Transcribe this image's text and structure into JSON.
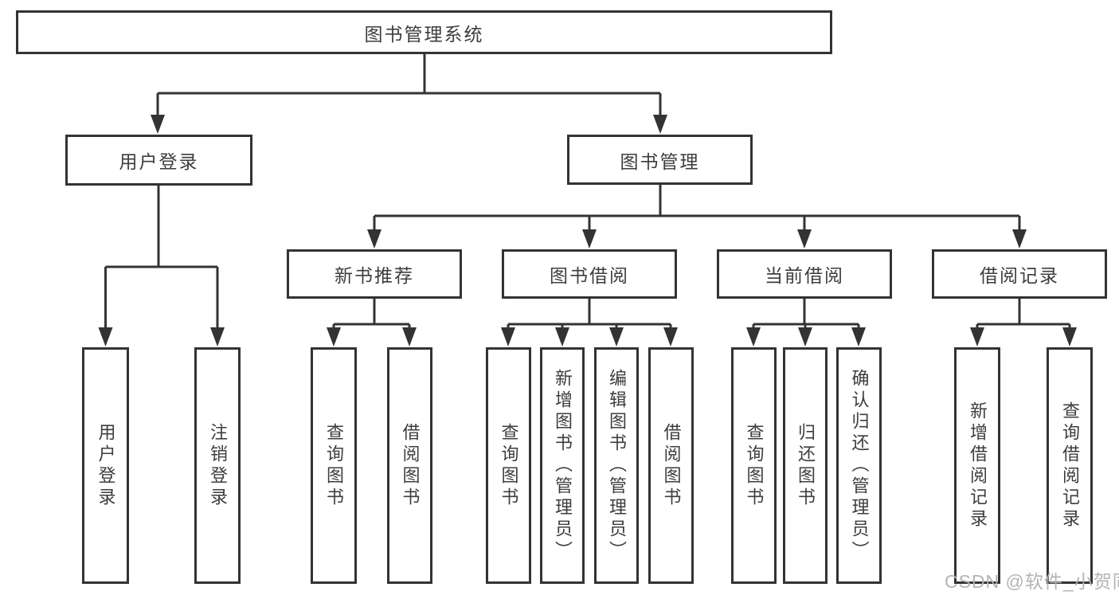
{
  "colors": {
    "background": "#ffffff",
    "line": "#333333",
    "box_border": "#333333",
    "text": "#3d3d3d",
    "watermark": "#b0b0b0"
  },
  "tree": {
    "root": {
      "label": "图书管理系统"
    },
    "level2": [
      {
        "label": "用户登录",
        "children": [
          {
            "label": "用户登录"
          },
          {
            "label": "注销登录"
          }
        ]
      },
      {
        "label": "图书管理",
        "children": [
          {
            "label": "新书推荐",
            "children": [
              {
                "label": "查询图书"
              },
              {
                "label": "借阅图书"
              }
            ]
          },
          {
            "label": "图书借阅",
            "children": [
              {
                "label": "查询图书"
              },
              {
                "label": "新增图书（管理员）"
              },
              {
                "label": "编辑图书（管理员）"
              },
              {
                "label": "借阅图书"
              }
            ]
          },
          {
            "label": "当前借阅",
            "children": [
              {
                "label": "查询图书"
              },
              {
                "label": "归还图书"
              },
              {
                "label": "确认归还（管理员）"
              }
            ]
          },
          {
            "label": "借阅记录",
            "children": [
              {
                "label": "新增借阅记录"
              },
              {
                "label": "查询借阅记录"
              }
            ]
          }
        ]
      }
    ]
  },
  "watermark": {
    "text": "CSDN @软件_小贺同学"
  }
}
